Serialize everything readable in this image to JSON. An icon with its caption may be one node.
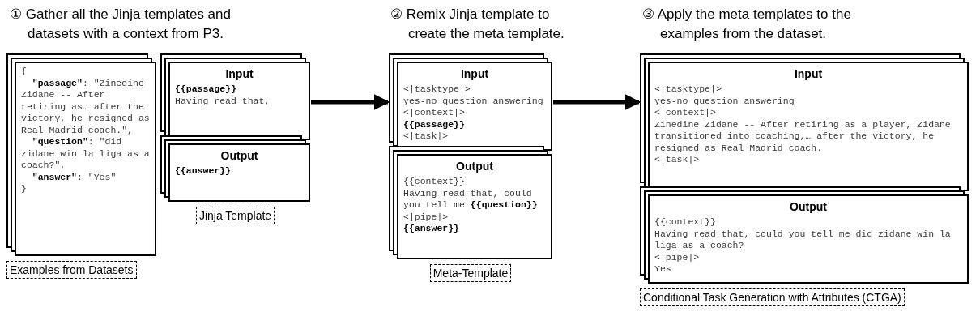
{
  "diagram": {
    "nodes": [
      {
        "text": [
          "{",
          "**\"passage\"**: \"Zinedine Zidane -- After retiring as… after the victory, he resigned as Real Madrid coach.\",",
          "**\"question\"**: \"did zidane win la liga as a coach?\",",
          "**\"answer\"**: \"Yes\"",
          "}"
        ]
      },
      {
        "text": [
          "Examples from Datasets"
        ]
      },
      {
        "text": [
          "Input",
          "**{{passage}}**",
          "Having read that,"
        ]
      },
      {
        "text": [
          "Output",
          "**{{answer}}**"
        ]
      },
      {
        "text": [
          "Jinja Template"
        ]
      },
      {
        "text": [
          "Input",
          "<|tasktype|>",
          "yes-no question answering",
          "<|context|>",
          "**{{passage}}**",
          "<|task|>"
        ]
      },
      {
        "text": [
          "Output",
          "{{context}}",
          "Having read that, could you tell me **{{question}}**",
          "<|pipe|>",
          "**{{answer}}**"
        ]
      },
      {
        "text": [
          "Meta-Template"
        ]
      },
      {
        "text": [
          "Input",
          "<|tasktype|>",
          "yes-no question answering",
          "<|context|>",
          "Zinedine Zidane -- After retiring as a player, Zidane transitioned into coaching,… after the victory, he resigned as Real Madrid coach.",
          "<|task|>"
        ]
      },
      {
        "text": [
          "Output",
          "{{context}}",
          "Having read that, could you tell me did zidane win la liga as a coach?",
          "<|pipe|>",
          "Yes"
        ]
      },
      {
        "text": [
          "Conditional Task Generation with Attributes (CTGA)"
        ]
      }
    ],
    "edges": [
      {
        "from": 2,
        "to": 5,
        "arrow": "to"
      },
      {
        "from": 5,
        "to": 8,
        "arrow": "to"
      }
    ],
    "labels": [
      "① Gather all the Jinja templates and datasets with a context from P3.",
      "② Remix Jinja template to create the meta template.",
      "③ Apply the meta templates to the examples from the dataset."
    ]
  }
}
